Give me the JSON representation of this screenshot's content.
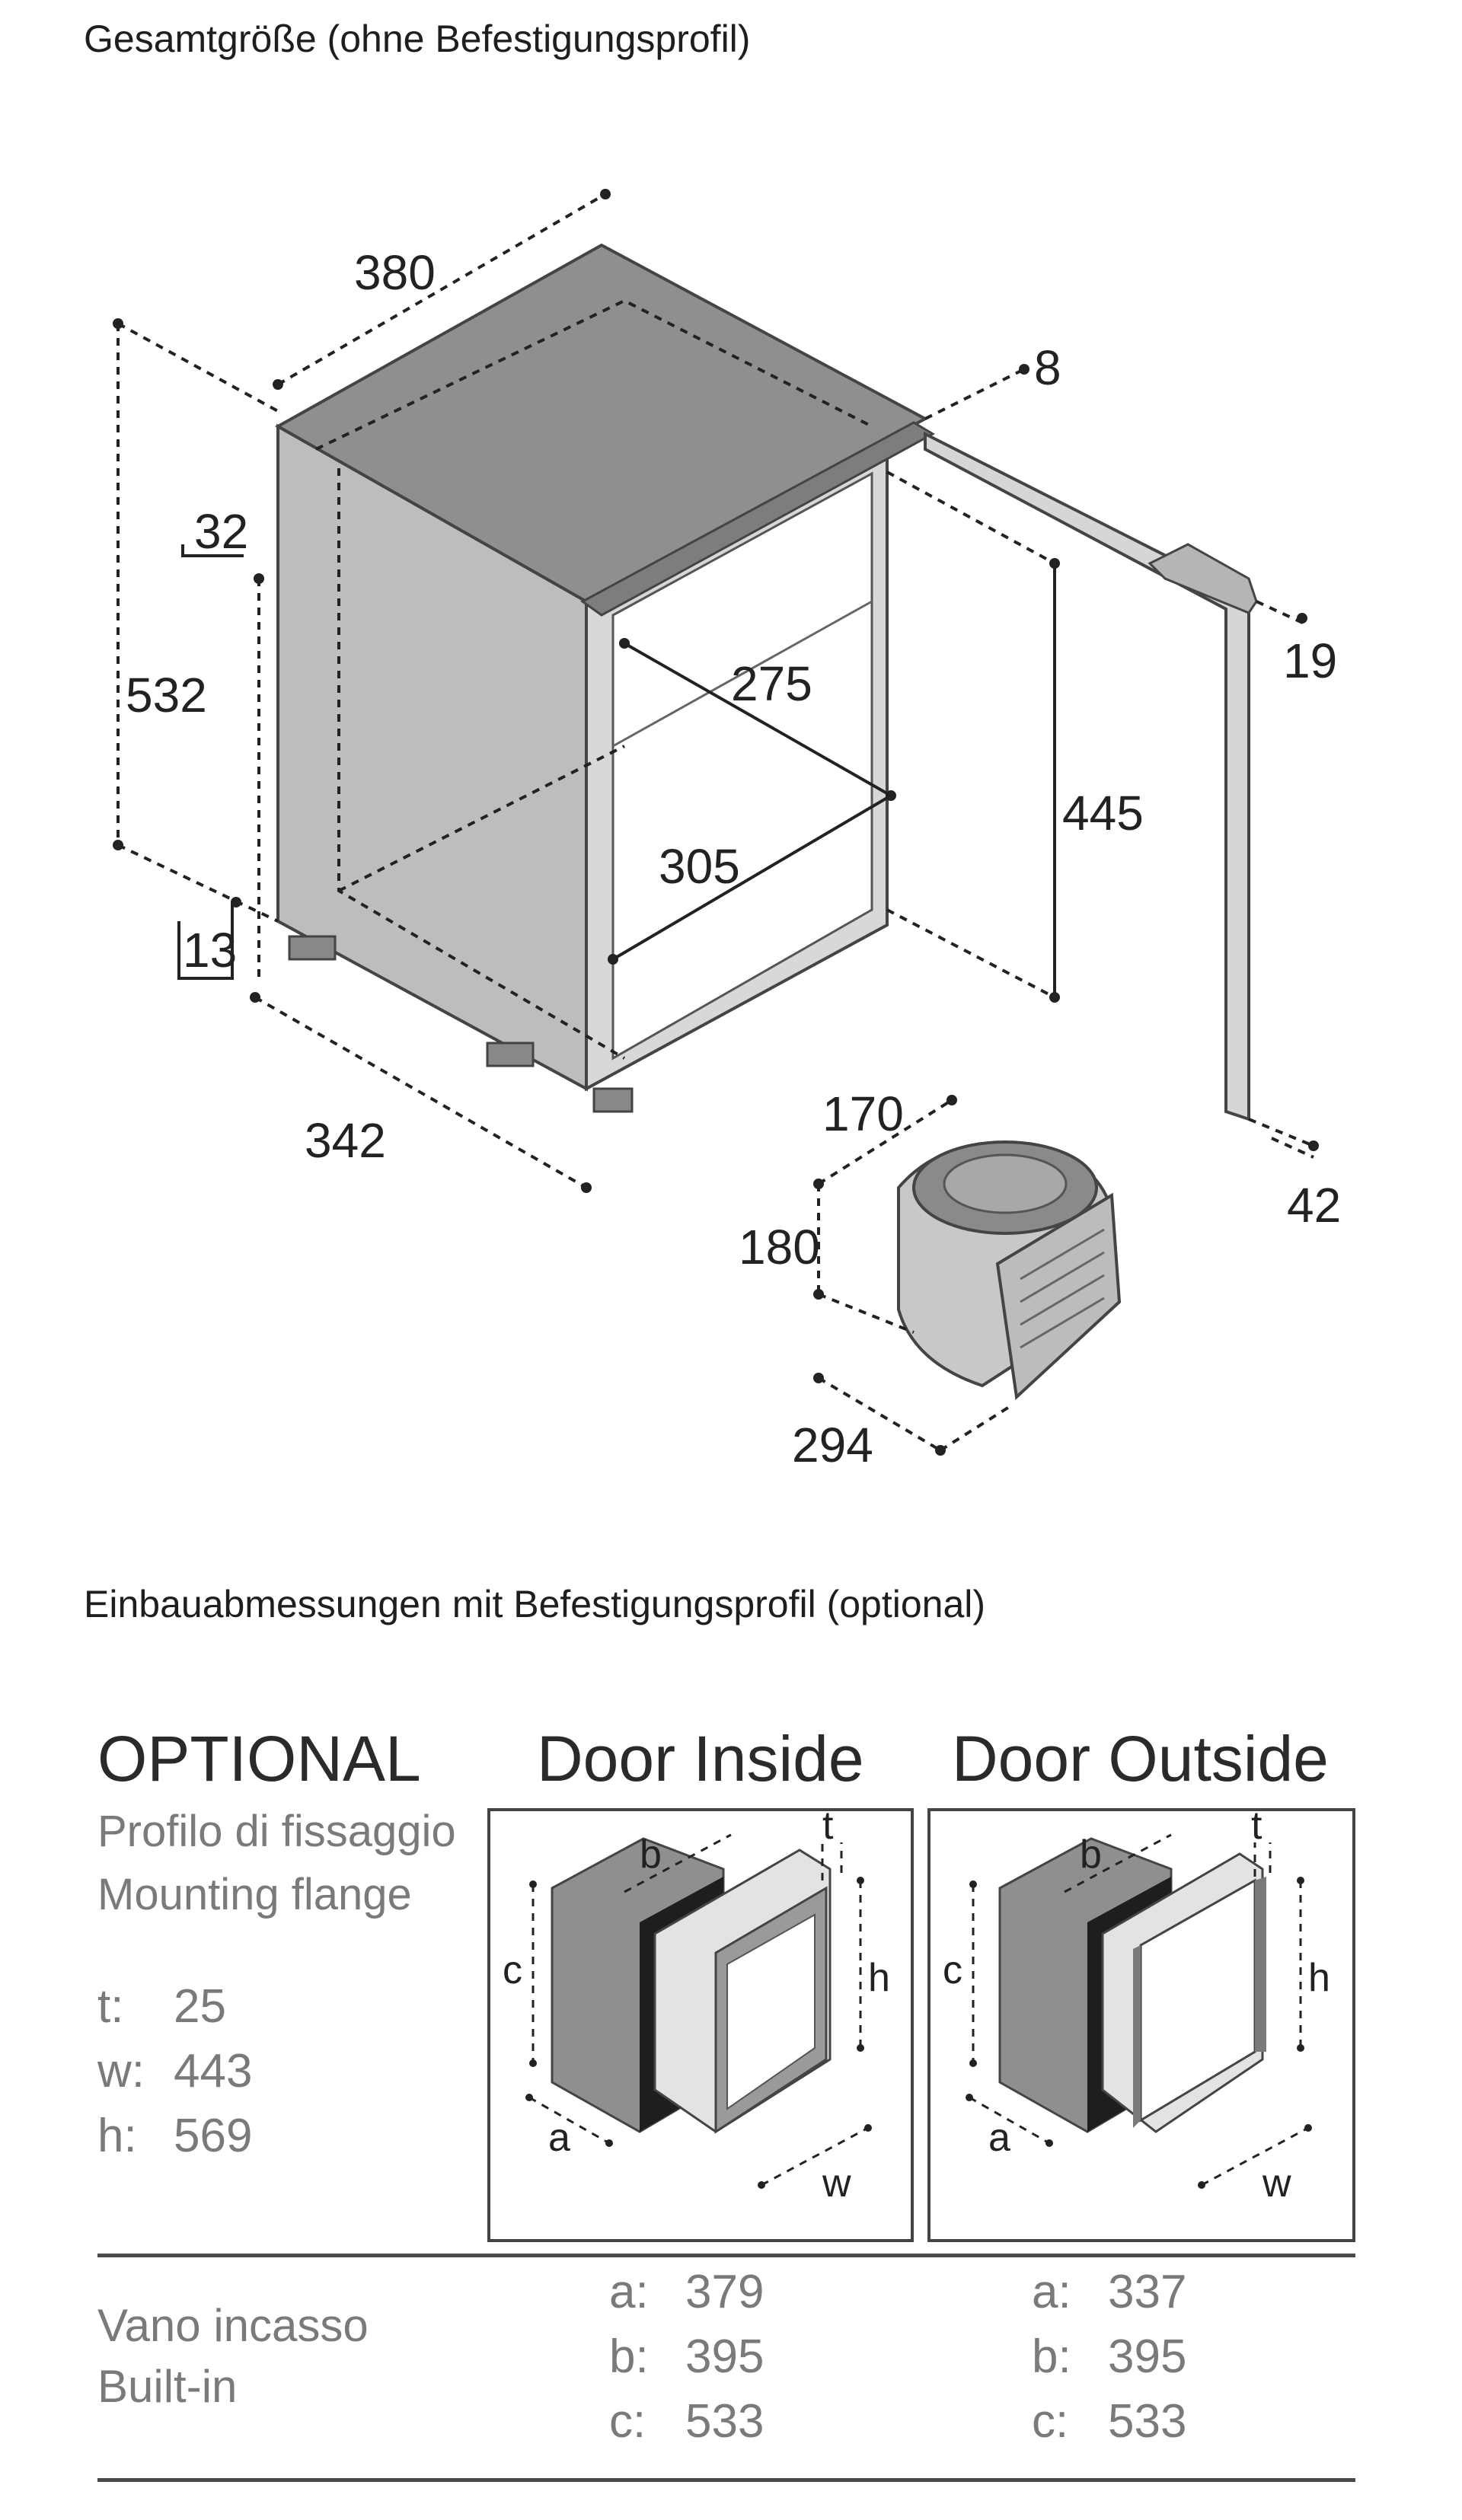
{
  "headings": {
    "overall": "Gesamtgröße (ohne Befestigungsprofil)",
    "installation": "Einbauabmessungen mit Befestigungsprofil (optional)"
  },
  "dimensions": {
    "width_top": "380",
    "height_total": "532",
    "side_offset": "32",
    "foot_height": "13",
    "depth_bottom": "342",
    "door_gap": "8",
    "handle": "19",
    "inner_width": "275",
    "inner_depth": "305",
    "inner_height": "445",
    "door_depth": "42",
    "comp_width": "170",
    "comp_height": "180",
    "comp_depth": "294"
  },
  "optional": {
    "title": "OPTIONAL",
    "sub1": "Profilo di fissaggio",
    "sub2": "Mounting flange",
    "specs": [
      {
        "k": "t:",
        "v": "25"
      },
      {
        "k": "w:",
        "v": "443"
      },
      {
        "k": "h:",
        "v": "569"
      }
    ]
  },
  "door_inside": {
    "title": "Door Inside",
    "labels": {
      "a": "a",
      "b": "b",
      "c": "c",
      "t": "t",
      "h": "h",
      "w": "w"
    },
    "built_in": [
      {
        "k": "a:",
        "v": "379"
      },
      {
        "k": "b:",
        "v": "395"
      },
      {
        "k": "c:",
        "v": "533"
      }
    ]
  },
  "door_outside": {
    "title": "Door Outside",
    "labels": {
      "a": "a",
      "b": "b",
      "c": "c",
      "t": "t",
      "h": "h",
      "w": "w"
    },
    "built_in": [
      {
        "k": "a:",
        "v": "337"
      },
      {
        "k": "b:",
        "v": "395"
      },
      {
        "k": "c:",
        "v": "533"
      }
    ]
  },
  "built_in_label": {
    "line1": "Vano incasso",
    "line2": "Built-in"
  }
}
